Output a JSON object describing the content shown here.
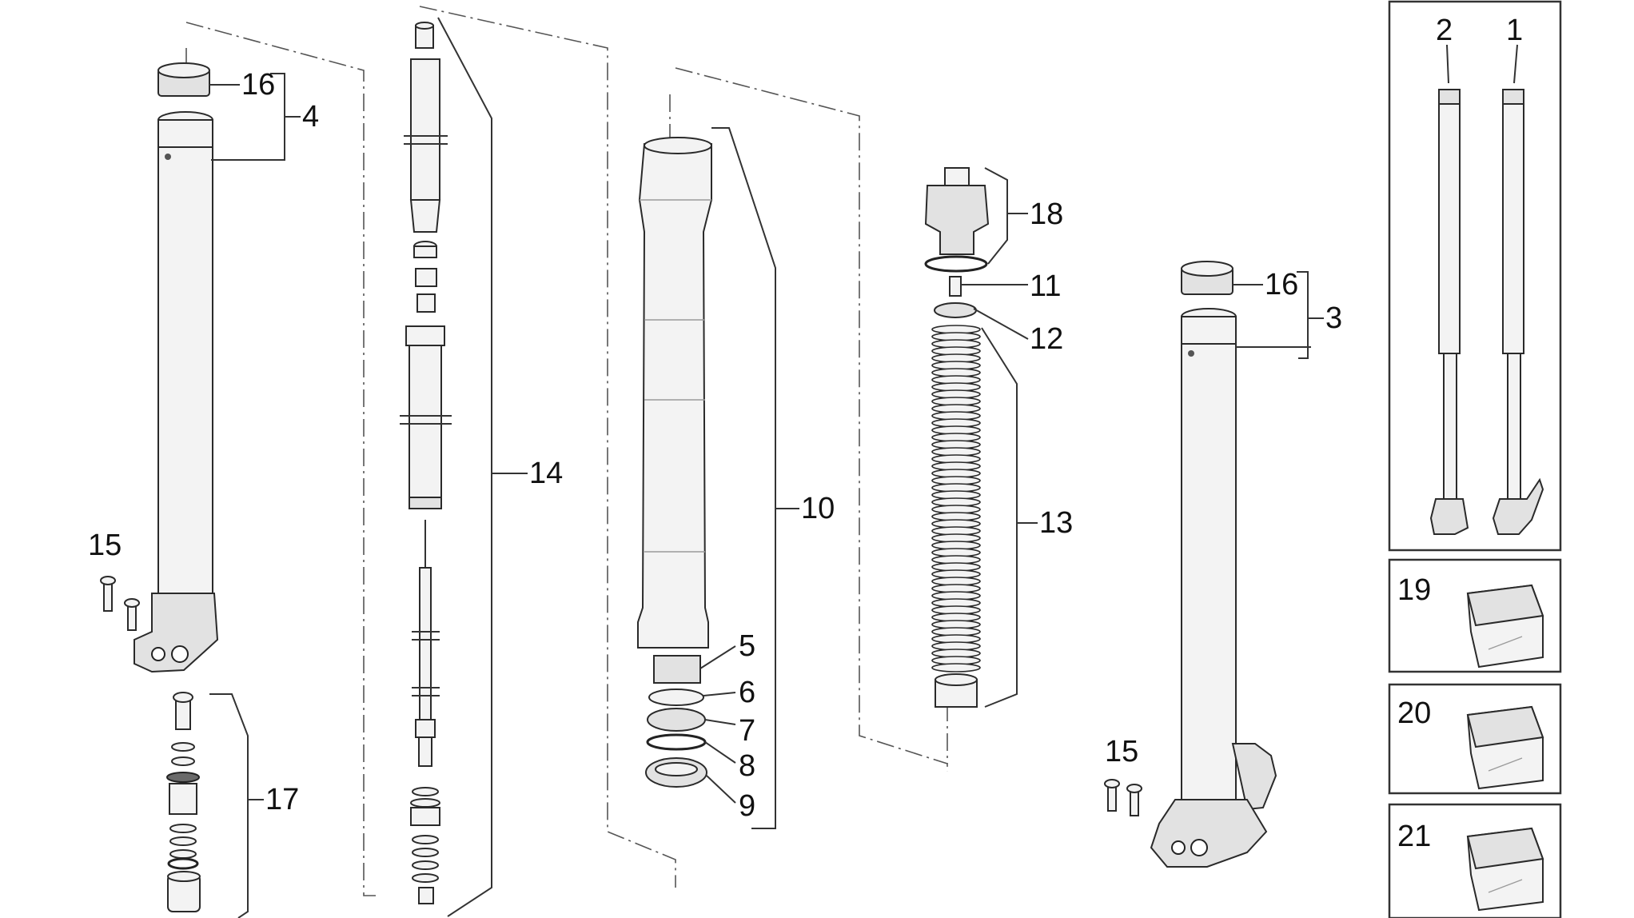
{
  "diagram": {
    "callouts": [
      {
        "id": "c16a",
        "text": "16"
      },
      {
        "id": "c4",
        "text": "4"
      },
      {
        "id": "c15a",
        "text": "15"
      },
      {
        "id": "c17",
        "text": "17"
      },
      {
        "id": "c14",
        "text": "14"
      },
      {
        "id": "c10",
        "text": "10"
      },
      {
        "id": "c5",
        "text": "5"
      },
      {
        "id": "c6",
        "text": "6"
      },
      {
        "id": "c7",
        "text": "7"
      },
      {
        "id": "c8",
        "text": "8"
      },
      {
        "id": "c9",
        "text": "9"
      },
      {
        "id": "c18",
        "text": "18"
      },
      {
        "id": "c11",
        "text": "11"
      },
      {
        "id": "c12",
        "text": "12"
      },
      {
        "id": "c13",
        "text": "13"
      },
      {
        "id": "c16b",
        "text": "16"
      },
      {
        "id": "c3",
        "text": "3"
      },
      {
        "id": "c15b",
        "text": "15"
      },
      {
        "id": "c2",
        "text": "2"
      },
      {
        "id": "c1",
        "text": "1"
      },
      {
        "id": "c19",
        "text": "19"
      },
      {
        "id": "c20",
        "text": "20"
      },
      {
        "id": "c21",
        "text": "21"
      }
    ],
    "colors": {
      "line": "#2a2a2a",
      "fill": "#f3f3f3",
      "background": "#ffffff"
    }
  }
}
